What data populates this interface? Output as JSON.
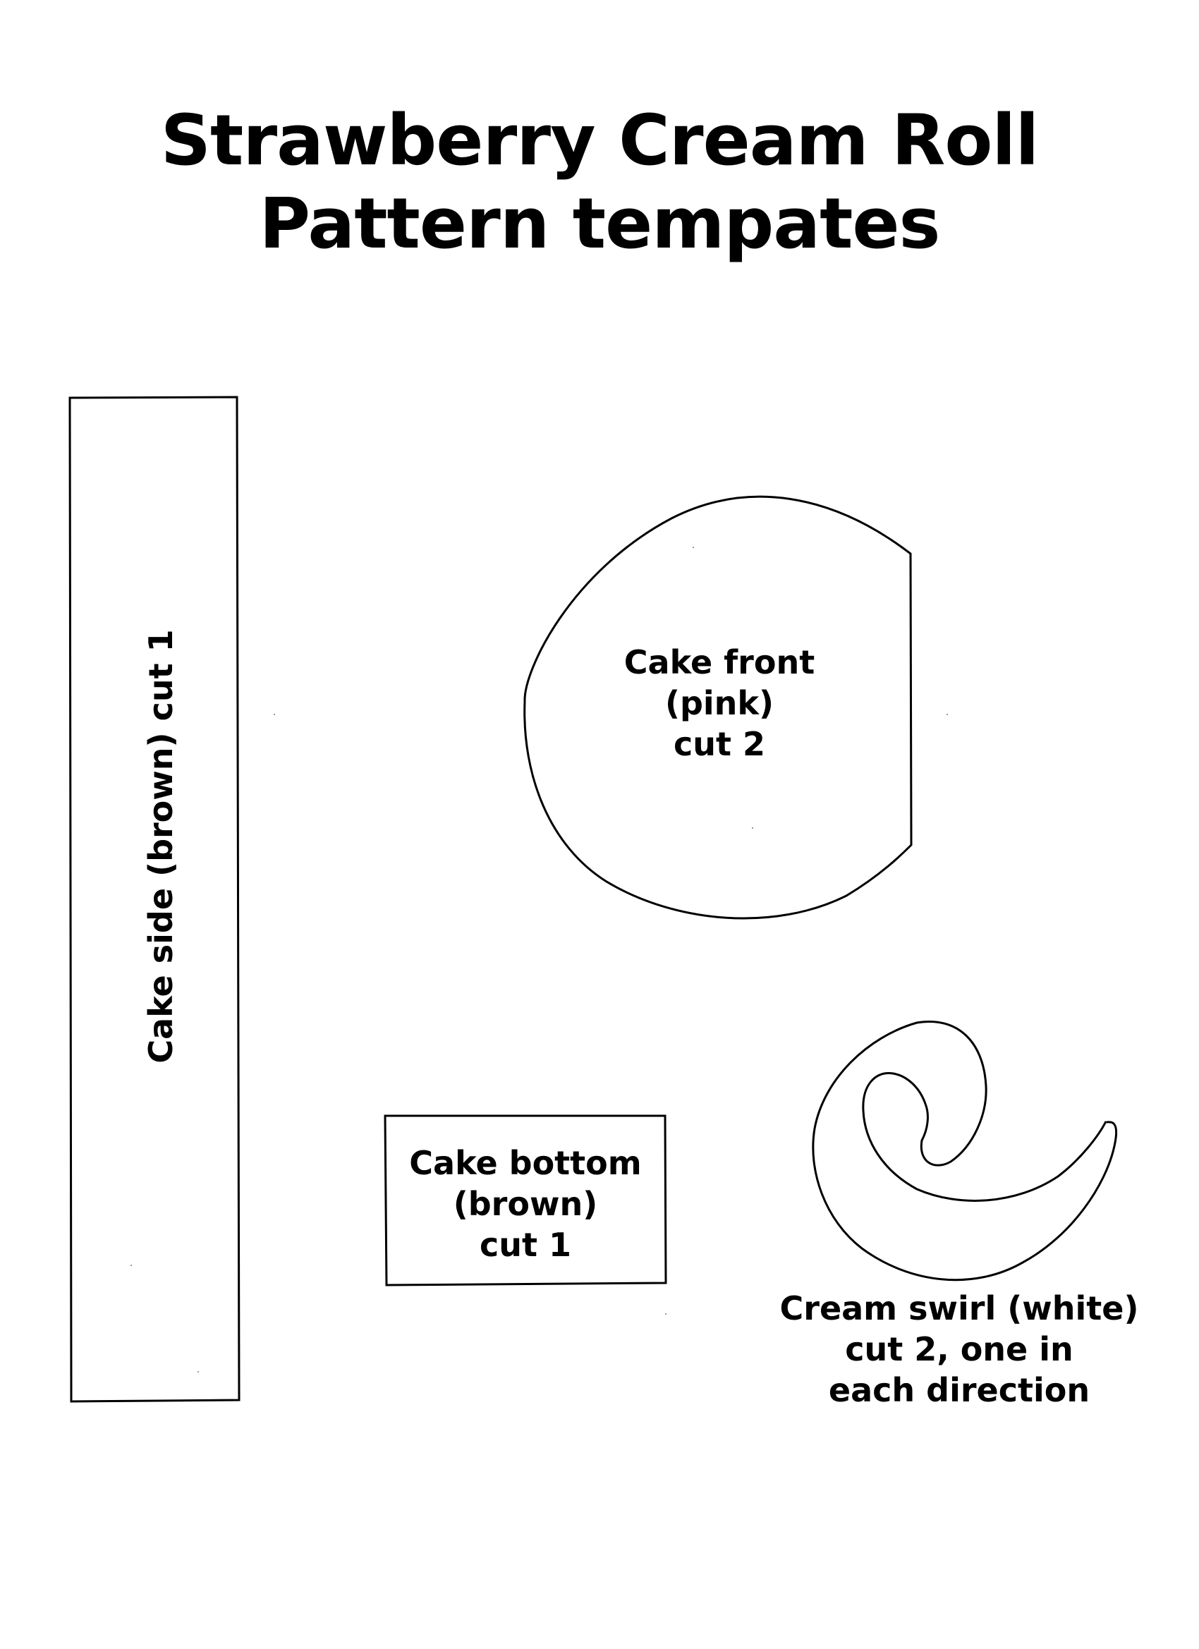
{
  "title": {
    "line1": "Strawberry Cream Roll",
    "line2": "Pattern tempates"
  },
  "pieces": {
    "cake_side": {
      "label": "Cake side (brown) cut 1"
    },
    "cake_front": {
      "line1": "Cake front",
      "line2": "(pink)",
      "line3": "cut 2"
    },
    "cake_bottom": {
      "line1": "Cake bottom",
      "line2": "(brown)",
      "line3": "cut 1"
    },
    "cream_swirl": {
      "line1": "Cream swirl (white)",
      "line2": "cut 2, one in",
      "line3": "each direction"
    }
  }
}
